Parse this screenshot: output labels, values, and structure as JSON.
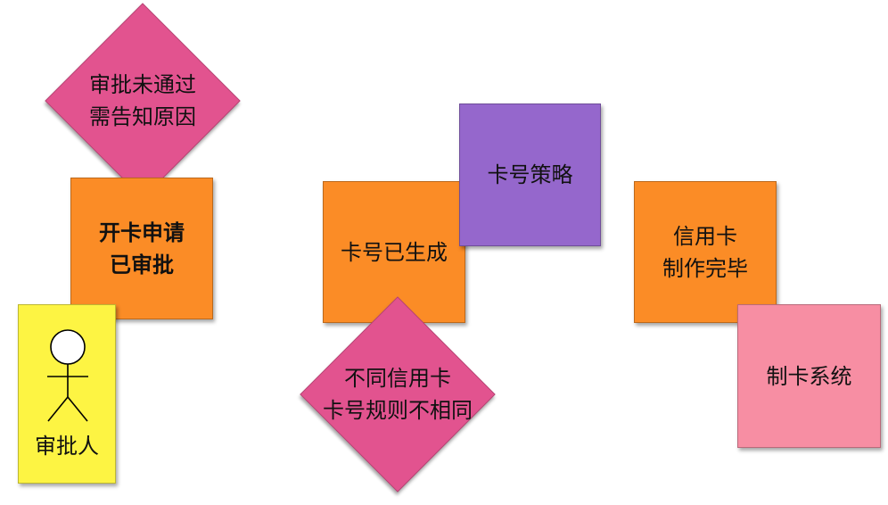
{
  "colors": {
    "orange": "#fb8c26",
    "purple": "#9567cc",
    "magenta": "#e2538f",
    "pink": "#f78ea3",
    "yellow": "#fdf443"
  },
  "notes": {
    "apply": "开卡申请\n已审批",
    "generated": "卡号已生成",
    "made": "信用卡\n制作完毕",
    "policy": "卡号策略",
    "system": "制卡系统",
    "actor": "审批人"
  },
  "diamonds": {
    "reject": "审批未通过\n需告知原因",
    "rule": "不同信用卡\n卡号规则不相同"
  }
}
